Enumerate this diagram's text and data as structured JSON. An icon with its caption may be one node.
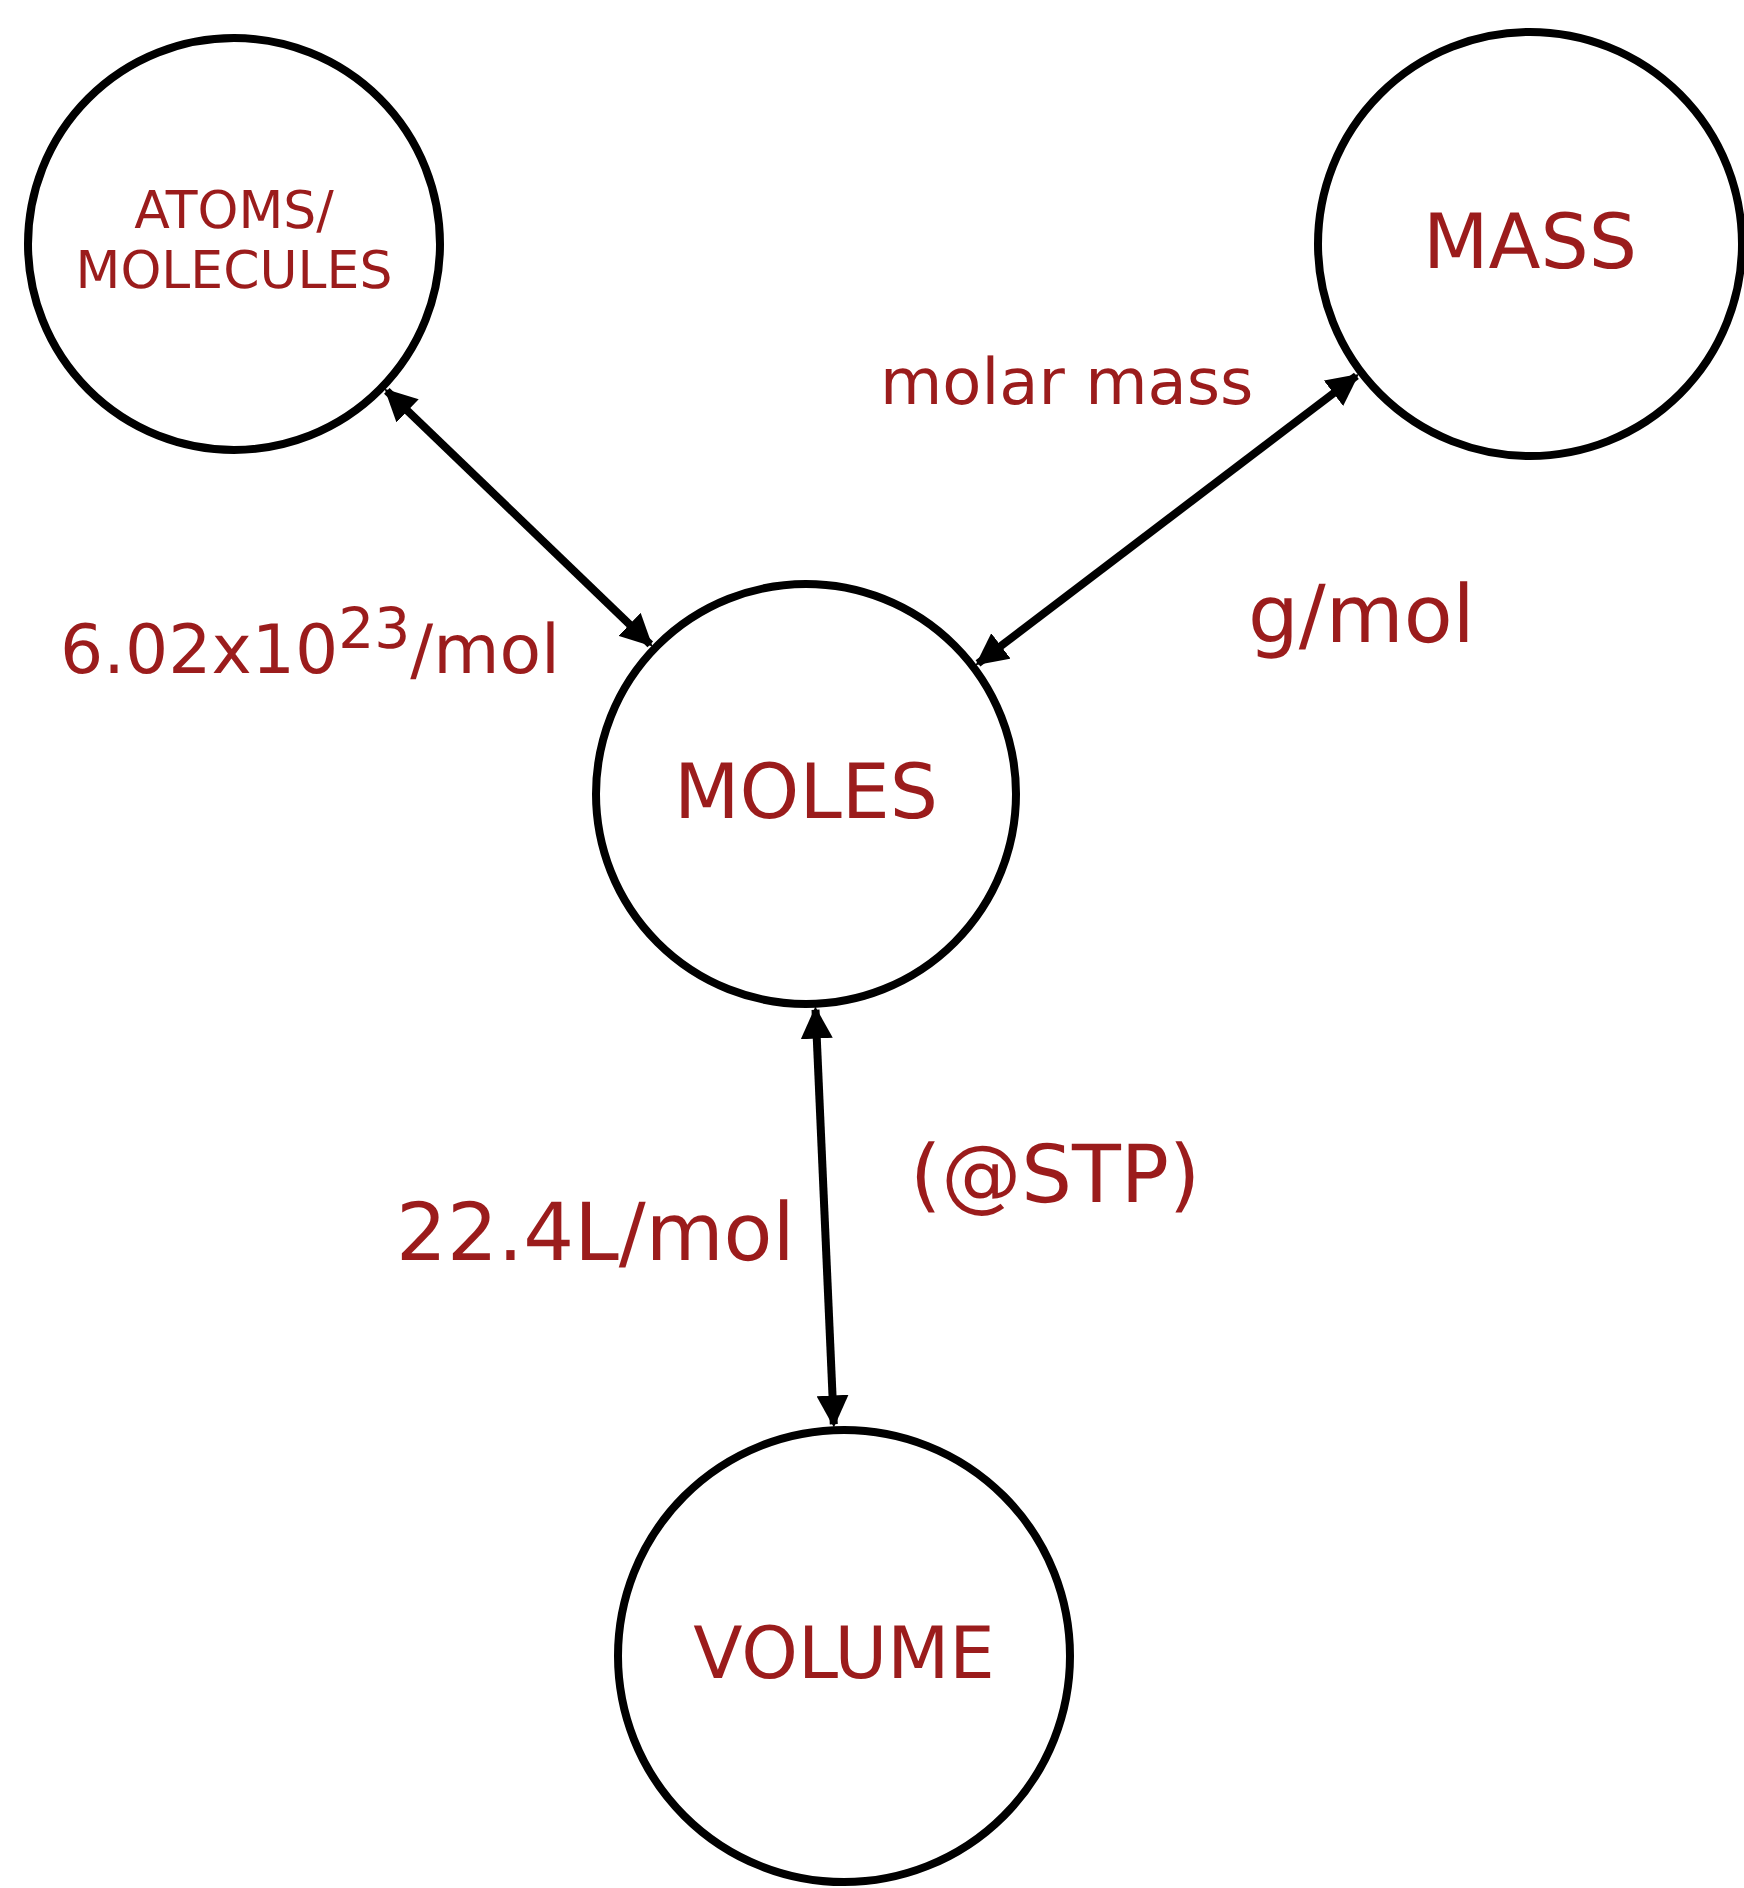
{
  "diagram": {
    "nodes": [
      {
        "text": [
          "ATOMS/ MOLECULES"
        ]
      },
      {
        "text": [
          "MASS"
        ]
      },
      {
        "text": [
          "MOLES"
        ]
      },
      {
        "text": [
          "VOLUME"
        ]
      }
    ],
    "edges": [
      {
        "from": 0,
        "to": 2,
        "arrow": "both",
        "label": "6.02x10$^{23}$/mol"
      },
      {
        "from": 1,
        "to": 2,
        "arrow": "both",
        "label": "molar mass"
      },
      {
        "from": 2,
        "to": 3,
        "arrow": "both",
        "label": "22.4L/mol"
      }
    ],
    "labels": [
      "g/mol",
      "(@STP)"
    ]
  }
}
